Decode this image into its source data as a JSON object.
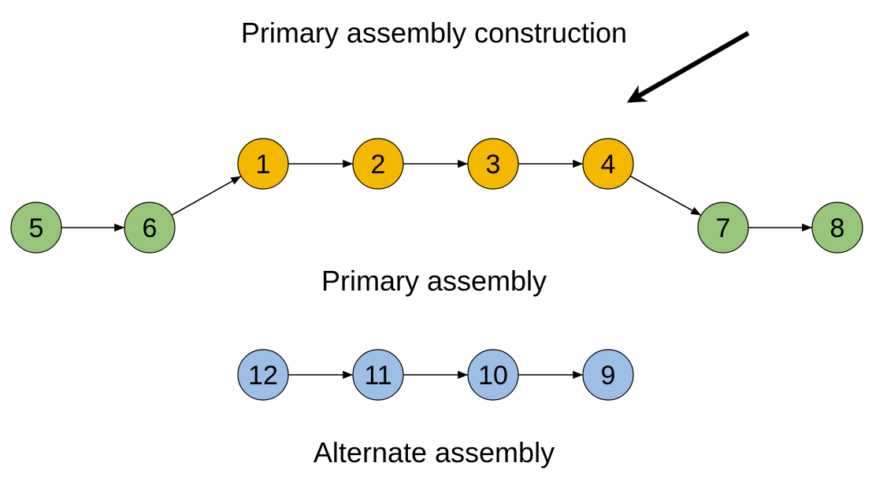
{
  "labels": {
    "top": "Primary assembly construction",
    "primary": "Primary assembly",
    "alternate": "Alternate assembly"
  },
  "colors": {
    "green": "#97c67a",
    "orange": "#f5b800",
    "blue": "#9dbfe6",
    "stroke": "#000000"
  },
  "nodes": [
    {
      "id": "n5",
      "label": "5",
      "group": "primary",
      "color": "green"
    },
    {
      "id": "n6",
      "label": "6",
      "group": "primary",
      "color": "green"
    },
    {
      "id": "n1",
      "label": "1",
      "group": "primary",
      "color": "orange"
    },
    {
      "id": "n2",
      "label": "2",
      "group": "primary",
      "color": "orange"
    },
    {
      "id": "n3",
      "label": "3",
      "group": "primary",
      "color": "orange"
    },
    {
      "id": "n4",
      "label": "4",
      "group": "primary",
      "color": "orange"
    },
    {
      "id": "n7",
      "label": "7",
      "group": "primary",
      "color": "green"
    },
    {
      "id": "n8",
      "label": "8",
      "group": "primary",
      "color": "green"
    },
    {
      "id": "n12",
      "label": "12",
      "group": "alternate",
      "color": "blue"
    },
    {
      "id": "n11",
      "label": "11",
      "group": "alternate",
      "color": "blue"
    },
    {
      "id": "n10",
      "label": "10",
      "group": "alternate",
      "color": "blue"
    },
    {
      "id": "n9",
      "label": "9",
      "group": "alternate",
      "color": "blue"
    }
  ],
  "edges": [
    {
      "from": "n5",
      "to": "n6"
    },
    {
      "from": "n6",
      "to": "n1"
    },
    {
      "from": "n1",
      "to": "n2"
    },
    {
      "from": "n2",
      "to": "n3"
    },
    {
      "from": "n3",
      "to": "n4"
    },
    {
      "from": "n4",
      "to": "n7"
    },
    {
      "from": "n7",
      "to": "n8"
    },
    {
      "from": "n12",
      "to": "n11"
    },
    {
      "from": "n11",
      "to": "n10"
    },
    {
      "from": "n10",
      "to": "n9"
    }
  ]
}
